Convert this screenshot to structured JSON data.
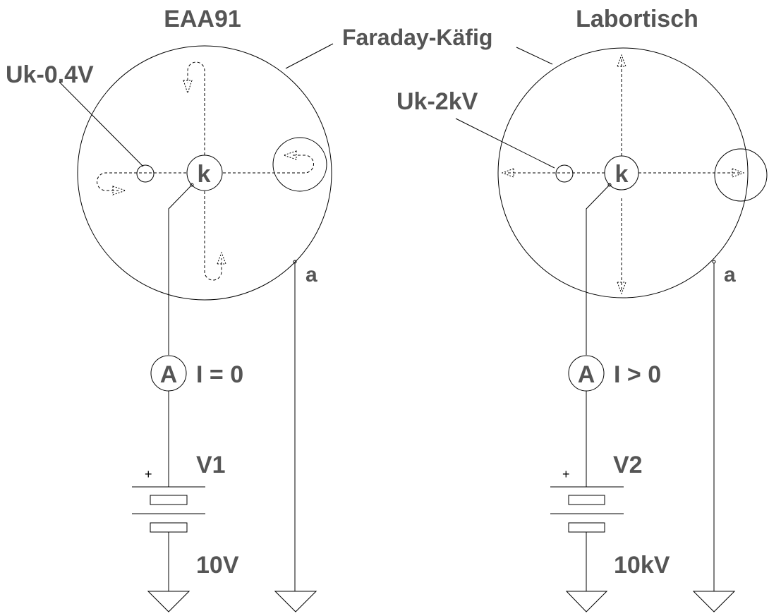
{
  "labels": {
    "cage": "Faraday-Käfig"
  },
  "left": {
    "title": "EAA91",
    "grid_voltage": "Uk-0.4V",
    "cathode": "k",
    "anode": "a",
    "ammeter": "A",
    "current": "I = 0",
    "source_name": "V1",
    "source_value": "10V",
    "plus": "+"
  },
  "right": {
    "title": "Labortisch",
    "grid_voltage": "Uk-2kV",
    "cathode": "k",
    "anode": "a",
    "ammeter": "A",
    "current": "I > 0",
    "source_name": "V2",
    "source_value": "10kV",
    "plus": "+"
  }
}
